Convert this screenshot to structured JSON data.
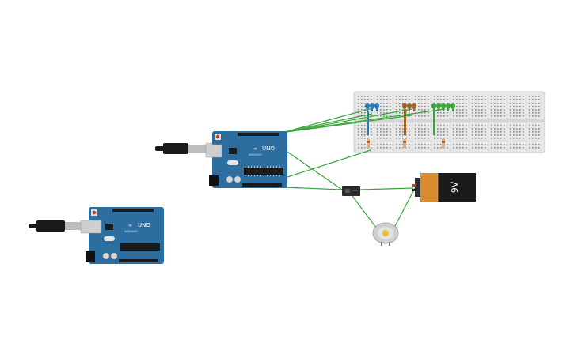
{
  "canvas": {
    "background": "#ffffff"
  },
  "colors": {
    "board": "#2d6ea1",
    "board_dark": "#1f5580",
    "breadboard": "#e6e6e6",
    "wire": "#3aa53a",
    "led_blue": "#2a78b8",
    "led_brown": "#a0642a",
    "led_green": "#3aa53a",
    "battery_orange": "#d98a2c",
    "battery_black": "#1a1a1a"
  },
  "components": {
    "arduino_top": {
      "brand": "UNO",
      "sub": "ARDUINO"
    },
    "arduino_bottom": {
      "brand": "UNO",
      "sub": "ARDUINO"
    },
    "battery": {
      "label": "9V"
    },
    "breadboard": {},
    "relay": {},
    "motor": {},
    "usb_cable_top": {},
    "usb_cable_bottom": {}
  }
}
